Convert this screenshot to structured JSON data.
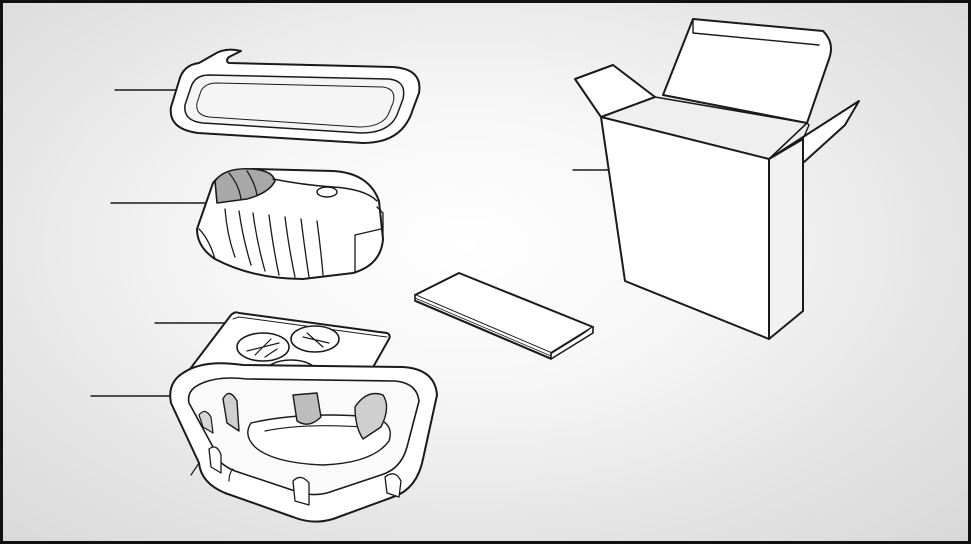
{
  "diagram": {
    "components": [
      {
        "id": "lid",
        "icon": "tray-lid-icon"
      },
      {
        "id": "device",
        "icon": "device-icon"
      },
      {
        "id": "pouch",
        "icon": "pouch-icon"
      },
      {
        "id": "tray",
        "icon": "tray-icon"
      },
      {
        "id": "leaflet",
        "icon": "leaflet-icon"
      },
      {
        "id": "carton",
        "icon": "carton-box-icon"
      }
    ],
    "colors": {
      "outline": "#1a1a1a",
      "fill": "#ffffff",
      "shade": "#bdbdbd",
      "dark_shade": "#8a8a8a"
    }
  }
}
